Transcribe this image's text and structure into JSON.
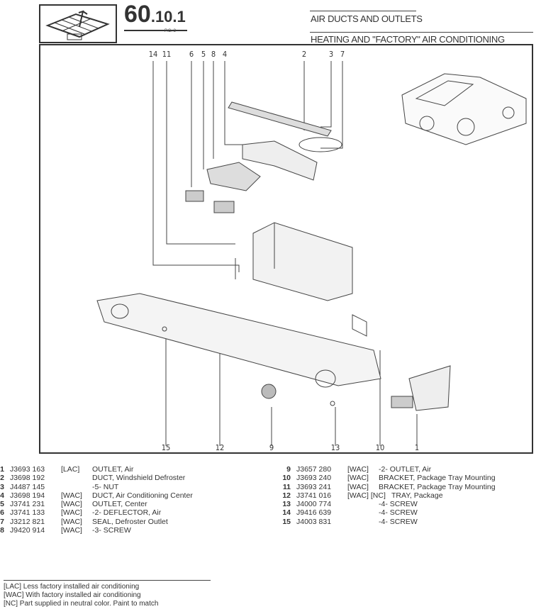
{
  "header": {
    "section_major": "60",
    "section_minor": ".10",
    "section_sub": ".1",
    "pc": "P.C. 3",
    "title": "AIR DUCTS AND OUTLETS",
    "subtitle": "HEATING AND \"FACTORY\" AIR CONDITIONING"
  },
  "callouts_top": [
    "14",
    "11",
    "6",
    "5",
    "8",
    "4",
    "2",
    "3",
    "7"
  ],
  "callouts_bottom": [
    "15",
    "12",
    "9",
    "13",
    "10",
    "1"
  ],
  "parts_left": [
    {
      "num": "1",
      "part": "J3693 163",
      "code": "[LAC]",
      "desc": "OUTLET, Air"
    },
    {
      "num": "2",
      "part": "J3698 192",
      "code": "",
      "desc": "DUCT, Windshield Defroster"
    },
    {
      "num": "3",
      "part": "J4487 145",
      "code": "",
      "desc": "-5- NUT"
    },
    {
      "num": "4",
      "part": "J3698 194",
      "code": "[WAC]",
      "desc": "DUCT, Air Conditioning Center"
    },
    {
      "num": "5",
      "part": "J3741 231",
      "code": "[WAC]",
      "desc": "OUTLET, Center"
    },
    {
      "num": "6",
      "part": "J3741 133",
      "code": "[WAC]",
      "desc": "-2- DEFLECTOR, Air"
    },
    {
      "num": "7",
      "part": "J3212 821",
      "code": "[WAC]",
      "desc": "SEAL, Defroster Outlet"
    },
    {
      "num": "8",
      "part": "J9420 914",
      "code": "[WAC]",
      "desc": "-3- SCREW"
    }
  ],
  "parts_right": [
    {
      "num": "9",
      "part": "J3657 280",
      "code": "[WAC]",
      "desc": "-2- OUTLET, Air"
    },
    {
      "num": "10",
      "part": "J3693 240",
      "code": "[WAC]",
      "desc": "BRACKET, Package Tray Mounting"
    },
    {
      "num": "11",
      "part": "J3693 241",
      "code": "[WAC]",
      "desc": "BRACKET, Package Tray Mounting"
    },
    {
      "num": "12",
      "part": "J3741 016",
      "code": "[WAC] [NC]",
      "desc": "TRAY, Package"
    },
    {
      "num": "13",
      "part": "J4000 774",
      "code": "",
      "desc": "-4- SCREW"
    },
    {
      "num": "14",
      "part": "J9416 639",
      "code": "",
      "desc": "-4- SCREW"
    },
    {
      "num": "15",
      "part": "J4003 831",
      "code": "",
      "desc": "-4- SCREW"
    }
  ],
  "footnotes": [
    "[LAC] Less factory installed air conditioning",
    "[WAC] With factory installed air conditioning",
    "[NC] Part supplied in neutral color. Paint to match"
  ]
}
